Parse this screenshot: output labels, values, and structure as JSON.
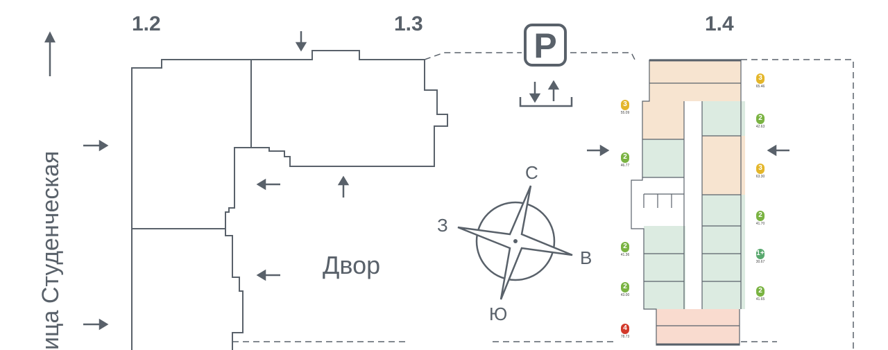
{
  "buildings": {
    "b12": "1.2",
    "b13": "1.3",
    "b14": "1.4"
  },
  "street": "ица Студенческая",
  "yard": "Двор",
  "parking": "P",
  "compass": {
    "n": "С",
    "e": "В",
    "s": "Ю",
    "w": "З"
  },
  "colors": {
    "line": "#59616a",
    "yellow": "#e4b62a",
    "green": "#7ab342",
    "teal": "#58a86e",
    "red": "#d2392b"
  },
  "apartments": [
    {
      "rooms": "3",
      "area": "65.46",
      "color": "yellow"
    },
    {
      "rooms": "3",
      "area": "55.09",
      "color": "yellow"
    },
    {
      "rooms": "2",
      "area": "42.63",
      "color": "green"
    },
    {
      "rooms": "2",
      "area": "46.77",
      "color": "green"
    },
    {
      "rooms": "3",
      "area": "63.30",
      "color": "yellow"
    },
    {
      "rooms": "2",
      "area": "41.70",
      "color": "green"
    },
    {
      "rooms": "2",
      "area": "41.36",
      "color": "green"
    },
    {
      "rooms": "1+",
      "area": "30.67",
      "color": "teal"
    },
    {
      "rooms": "2",
      "area": "43.00",
      "color": "green"
    },
    {
      "rooms": "2",
      "area": "41.65",
      "color": "green"
    },
    {
      "rooms": "4",
      "area": "78.73",
      "color": "red"
    }
  ]
}
